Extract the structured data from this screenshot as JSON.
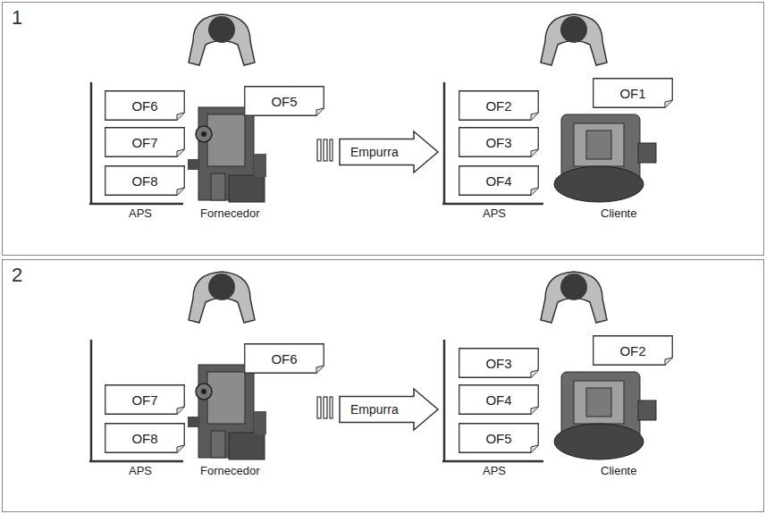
{
  "diagram": {
    "nodes": [
      {
        "text": [
          "1"
        ]
      },
      {
        "text": [
          "OF6"
        ],
        "in": 0
      },
      {
        "text": [
          "OF7"
        ],
        "in": 0
      },
      {
        "text": [
          "OF8"
        ],
        "in": 0
      },
      {
        "text": [
          "OF5"
        ],
        "in": 0
      },
      {
        "text": [
          "Empurra"
        ],
        "in": 0
      },
      {
        "text": [
          "OF2"
        ],
        "in": 0
      },
      {
        "text": [
          "OF3"
        ],
        "in": 0
      },
      {
        "text": [
          "OF4"
        ],
        "in": 0
      },
      {
        "text": [
          "OF1"
        ],
        "in": 0
      },
      {
        "text": [
          "2"
        ]
      },
      {
        "text": [
          "OF7"
        ],
        "in": 10
      },
      {
        "text": [
          "OF8"
        ],
        "in": 10
      },
      {
        "text": [
          "OF6"
        ],
        "in": 10
      },
      {
        "text": [
          "Empurra"
        ],
        "in": 10
      },
      {
        "text": [
          "OF3"
        ],
        "in": 10
      },
      {
        "text": [
          "OF4"
        ],
        "in": 10
      },
      {
        "text": [
          "OF5"
        ],
        "in": 10
      },
      {
        "text": [
          "OF2"
        ],
        "in": 10
      }
    ],
    "labels": [
      "APS",
      "Fornecedor",
      "APS",
      "Cliente",
      "APS",
      "Fornecedor",
      "APS",
      "Cliente"
    ]
  }
}
